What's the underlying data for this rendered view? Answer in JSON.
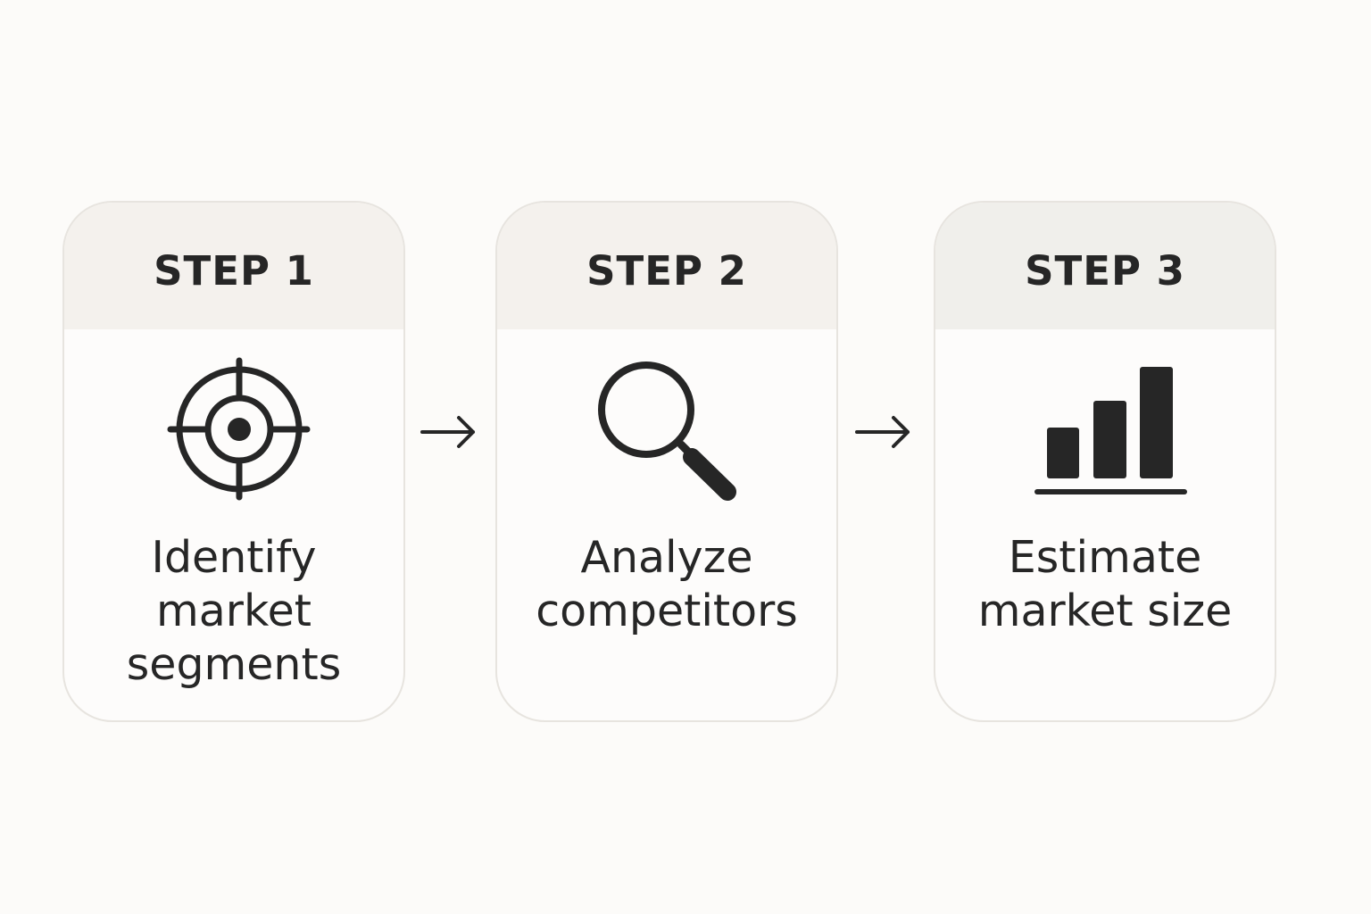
{
  "steps": [
    {
      "title": "STEP 1",
      "label": "Identify\nmarket\nsegments",
      "icon": "target-icon"
    },
    {
      "title": "STEP 2",
      "label": "Analyze\ncompetitors",
      "icon": "magnifier-icon"
    },
    {
      "title": "STEP 3",
      "label": "Estimate\nmarket size",
      "icon": "bar-chart-icon"
    }
  ],
  "colors": {
    "background": "#fcfbf9",
    "card_border": "#e7e4df",
    "header_fill": "#f4f1ed",
    "ink": "#262626"
  }
}
